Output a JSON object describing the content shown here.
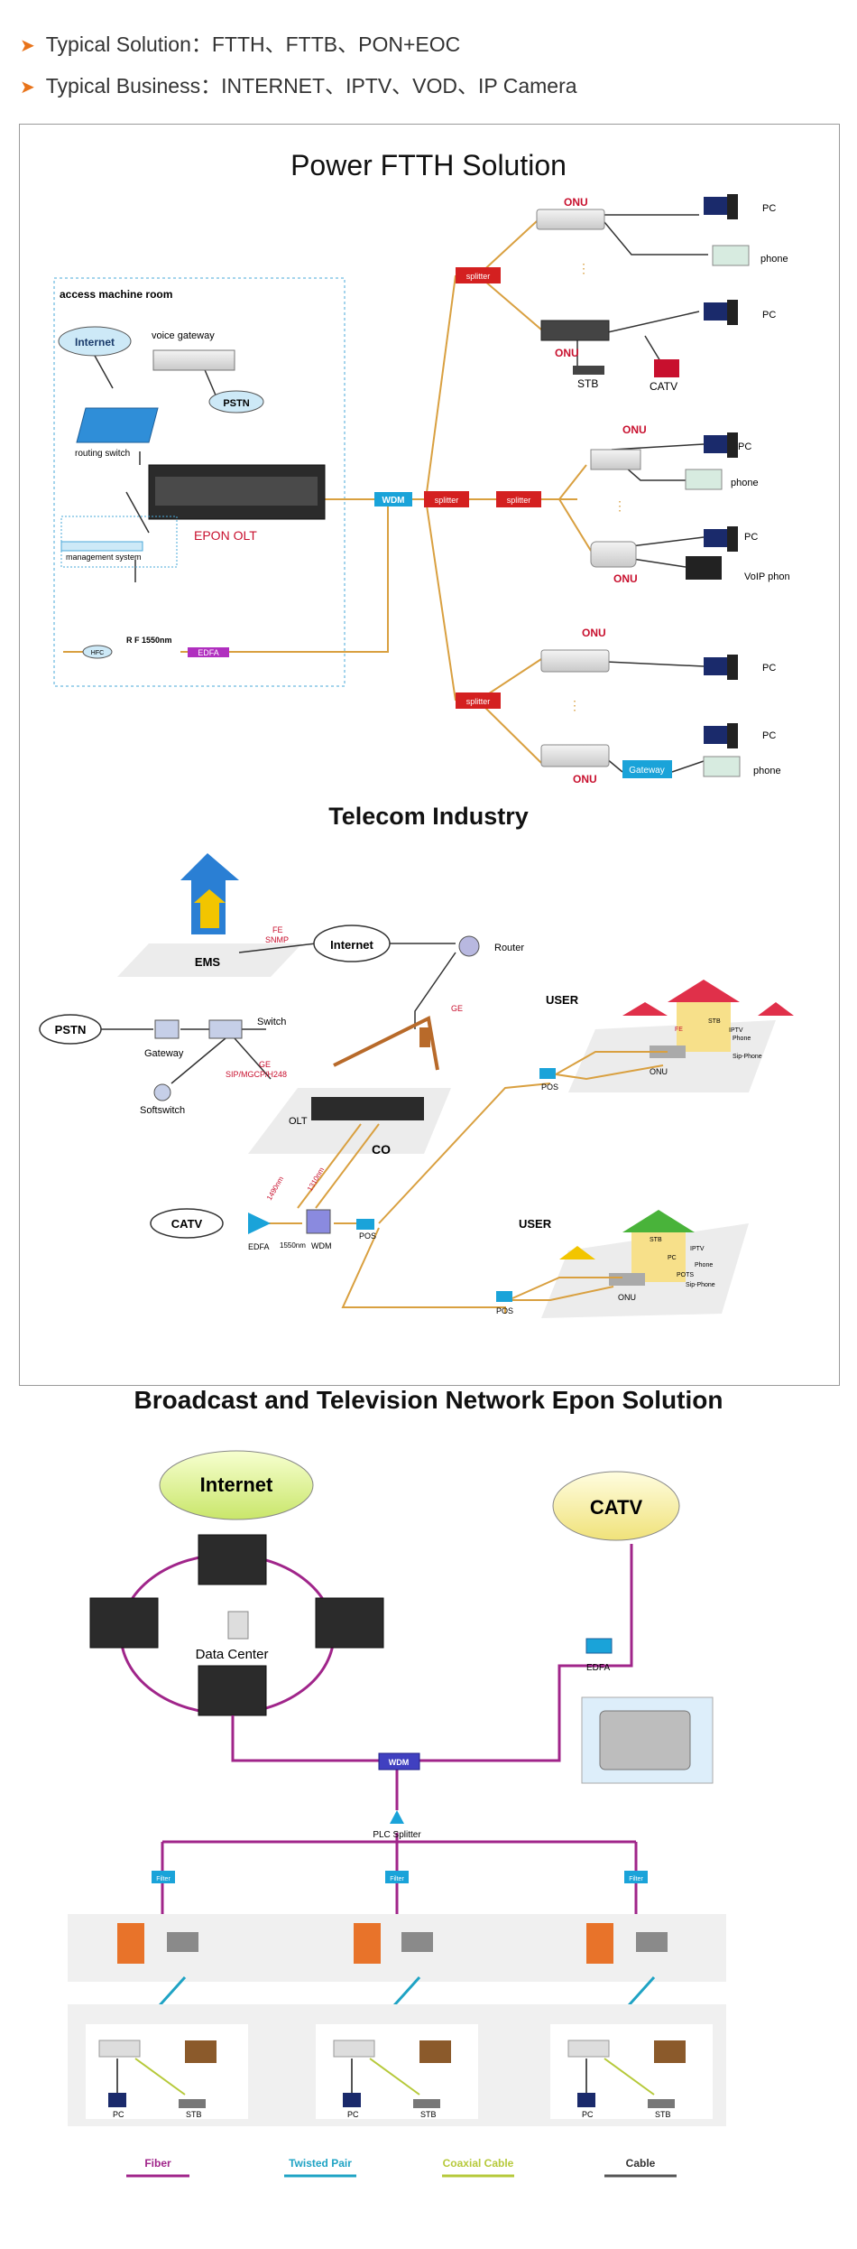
{
  "header": {
    "solution": "Typical Solution：FTTH、FTTB、PON+EOC",
    "business": "Typical Business：INTERNET、IPTV、VOD、IP Camera"
  },
  "ftth": {
    "title": "Power FTTH Solution",
    "machine_room": "access machine room",
    "internet": "Internet",
    "voice_gateway": "voice gateway",
    "pstn": "PSTN",
    "routing_switch": "routing switch",
    "epon_olt": "EPON OLT",
    "management": "management system",
    "rf": "R F 1550nm",
    "hfc": "HFC",
    "edfa": "EDFA",
    "wdm": "WDM",
    "splitter": "splitter",
    "onu": "ONU",
    "pc": "PC",
    "phone": "phone",
    "stb": "STB",
    "catv": "CATV",
    "voip": "VoIP phon",
    "gateway": "Gateway"
  },
  "telecom": {
    "title": "Telecom Industry",
    "ems": "EMS",
    "fe_snmp_1": "FE",
    "fe_snmp_2": "SNMP",
    "internet": "Internet",
    "router": "Router",
    "ge": "GE",
    "pstn": "PSTN",
    "gateway": "Gateway",
    "switch": "Switch",
    "sip_1": "GE",
    "sip_2": "SIP/MGCP/H248",
    "softswitch": "Softswitch",
    "olt": "OLT",
    "co": "CO",
    "user1": "USER",
    "user2": "USER",
    "pos": "POS",
    "onu": "ONU",
    "catv": "CATV",
    "edfa": "EDFA",
    "wdm": "WDM",
    "nm1490": "1490nm",
    "nm1310": "1310nm",
    "nm1550": "1550nm",
    "stb": "STB",
    "iptv": "IPTV",
    "phone": "Phone",
    "pc": "PC",
    "pots": "POTS",
    "sip_phone": "Sip-Phone",
    "fe": "FE"
  },
  "broadcast": {
    "title": "Broadcast and Television Network Epon Solution",
    "internet": "Internet",
    "catv": "CATV",
    "data_center": "Data Center",
    "edfa": "EDFA",
    "wdm": "WDM",
    "plc": "PLC Splitter",
    "filter": "Filter",
    "pc": "PC",
    "stb": "STB",
    "legend": {
      "fiber": "Fiber",
      "twisted": "Twisted Pair",
      "coax": "Coaxial Cable",
      "cable": "Cable"
    }
  },
  "colors": {
    "accent_orange": "#e8731a",
    "fiber_orange": "#d9a040",
    "splitter_red": "#d42020",
    "onu_label": "#c8102e",
    "fiber_purple": "#a0258a",
    "twisted_cyan": "#1fa3c4",
    "coax_yellow": "#b6c93a",
    "cable_gray": "#555555"
  }
}
